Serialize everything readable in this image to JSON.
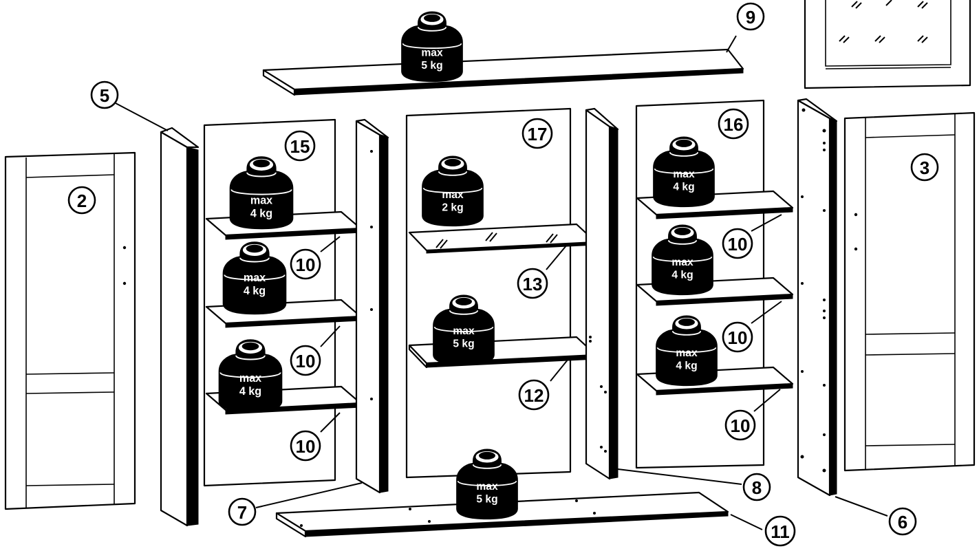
{
  "parts": {
    "p2": "2",
    "p3": "3",
    "p5": "5",
    "p6": "6",
    "p7": "7",
    "p8": "8",
    "p9": "9",
    "p10a": "10",
    "p10b": "10",
    "p10c": "10",
    "p10d": "10",
    "p10e": "10",
    "p10f": "10",
    "p11": "11",
    "p12": "12",
    "p13": "13",
    "p15": "15",
    "p16": "16",
    "p17": "17"
  },
  "weights": {
    "top": {
      "line1": "max",
      "line2": "5 kg"
    },
    "left1": {
      "line1": "max",
      "line2": "4 kg"
    },
    "left2": {
      "line1": "max",
      "line2": "4 kg"
    },
    "left3": {
      "line1": "max",
      "line2": "4 kg"
    },
    "middle_glass": {
      "line1": "max",
      "line2": "2 kg"
    },
    "middle_shelf": {
      "line1": "max",
      "line2": "5 kg"
    },
    "right1": {
      "line1": "max",
      "line2": "4 kg"
    },
    "right2": {
      "line1": "max",
      "line2": "4 kg"
    },
    "right3": {
      "line1": "max",
      "line2": "4 kg"
    },
    "bottom": {
      "line1": "max",
      "line2": "5 kg"
    }
  }
}
